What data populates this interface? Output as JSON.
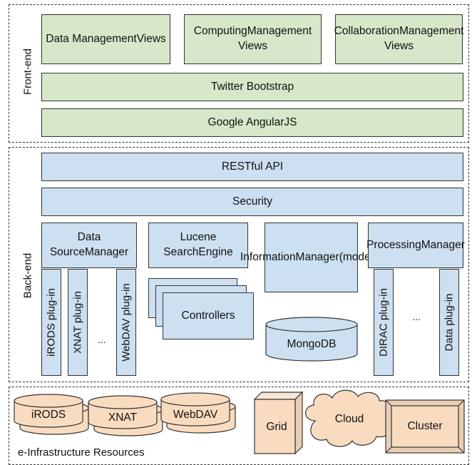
{
  "frontend": {
    "side_label": "Front-end",
    "views": [
      {
        "line1": "Data Management",
        "line2": "Views"
      },
      {
        "line1": "Computing",
        "line2": "Management Views"
      },
      {
        "line1": "Collaboration",
        "line2": "Management Views"
      }
    ],
    "bootstrap": "Twitter Bootstrap",
    "angular": "Google AngularJS"
  },
  "backend": {
    "side_label": "Back-end",
    "restful": "RESTful API",
    "security": "Security",
    "data_source": {
      "line1": "Data Source",
      "line2": "Manager"
    },
    "lucene": {
      "line1": "Lucene Search",
      "line2": "Engine"
    },
    "information": {
      "line1": "Information",
      "line2": "Manager",
      "line3": "(models)"
    },
    "processing": {
      "line1": "Processing",
      "line2": "Manager"
    },
    "plugins_left": [
      "iRODS plug-in",
      "XNAT plug-in",
      "WebDAV plug-in"
    ],
    "plugins_right": [
      "DIRAC plug-in",
      "Data plug-in"
    ],
    "ellipsis": "...",
    "controllers": "Controllers",
    "mongodb": "MongoDB"
  },
  "infrastructure": {
    "label": "e-Infrastructure Resources",
    "stores": [
      "iRODS",
      "XNAT",
      "WebDAV"
    ],
    "grid": "Grid",
    "cloud": "Cloud",
    "cluster": "Cluster"
  },
  "colors": {
    "green": "#d6e8c9",
    "blue": "#cde0f1",
    "peach": "#f9dcc0"
  }
}
